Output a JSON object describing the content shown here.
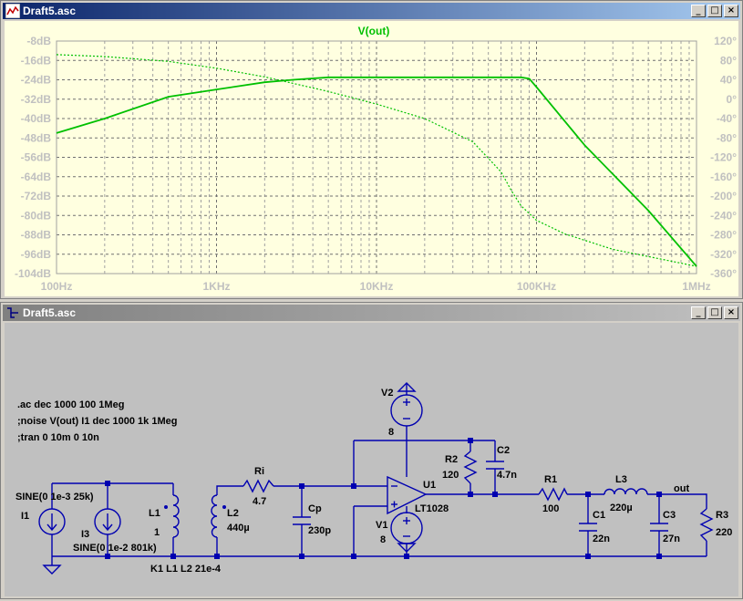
{
  "plot_window": {
    "title": "Draft5.asc",
    "trace_label": "V(out)",
    "buttons": {
      "minimize": "_",
      "maximize": "□",
      "close": "×"
    }
  },
  "schematic_window": {
    "title": "Draft5.asc",
    "buttons": {
      "minimize": "_",
      "maximize": "□",
      "close": "×"
    }
  },
  "chart_data": {
    "type": "line",
    "title": "V(out)",
    "x_scale": "log",
    "xlim": [
      100,
      1000000
    ],
    "x_ticks": [
      "100Hz",
      "1KHz",
      "10KHz",
      "100KHz",
      "1MHz"
    ],
    "y_left_ticks": [
      "-8dB",
      "-16dB",
      "-24dB",
      "-32dB",
      "-40dB",
      "-48dB",
      "-56dB",
      "-64dB",
      "-72dB",
      "-80dB",
      "-88dB",
      "-96dB",
      "-104dB"
    ],
    "y_right_ticks": [
      "120°",
      "80°",
      "40°",
      "0°",
      "-40°",
      "-80°",
      "-120°",
      "-160°",
      "-200°",
      "-240°",
      "-280°",
      "-320°",
      "-360°"
    ],
    "ylim_left": [
      -104,
      -8
    ],
    "ylim_right": [
      -360,
      120
    ],
    "grid": true,
    "series": [
      {
        "name": "magnitude",
        "x": [
          100,
          200,
          500,
          1000,
          2000,
          3000,
          5000,
          10000,
          20000,
          50000,
          80000,
          90000,
          100000,
          200000,
          500000,
          1000000
        ],
        "y": [
          -46,
          -40,
          -31,
          -28,
          -25,
          -24,
          -23,
          -23,
          -23,
          -23,
          -23,
          -23.5,
          -27,
          -51,
          -78,
          -101
        ]
      },
      {
        "name": "phase",
        "x": [
          100,
          200,
          500,
          1000,
          2000,
          5000,
          10000,
          20000,
          40000,
          60000,
          70000,
          80000,
          100000,
          150000,
          300000,
          1000000
        ],
        "y": [
          92,
          88,
          78,
          64,
          46,
          16,
          -10,
          -40,
          -88,
          -150,
          -190,
          -220,
          -250,
          -278,
          -310,
          -345
        ]
      }
    ]
  },
  "schematic": {
    "directives": [
      ".ac dec 1000 100 1Meg",
      ";noise V(out) I1 dec 1000 1k 1Meg",
      ";tran 0 10m 0 10n"
    ],
    "components": {
      "I1": {
        "name": "I1",
        "value": "SINE(0 1e-3 25k)"
      },
      "I3": {
        "name": "I3",
        "value": "SINE(0 1e-2 801k)"
      },
      "L1": {
        "name": "L1",
        "value": "1"
      },
      "L2": {
        "name": "L2",
        "value": "440µ"
      },
      "Ri": {
        "name": "Ri",
        "value": "4.7"
      },
      "Cp": {
        "name": "Cp",
        "value": "230p"
      },
      "V2": {
        "name": "V2",
        "value": "8"
      },
      "V1": {
        "name": "V1",
        "value": "8"
      },
      "U1": {
        "name": "U1",
        "value": "LT1028"
      },
      "R2": {
        "name": "R2",
        "value": "120"
      },
      "C2": {
        "name": "C2",
        "value": "4.7n"
      },
      "R1": {
        "name": "R1",
        "value": "100"
      },
      "C1": {
        "name": "C1",
        "value": "22n"
      },
      "L3": {
        "name": "L3",
        "value": "220µ"
      },
      "C3": {
        "name": "C3",
        "value": "27n"
      },
      "R3": {
        "name": "R3",
        "value": "220"
      }
    },
    "coupling": "K1 L1 L2 21e-4",
    "net_label_out": "out"
  }
}
